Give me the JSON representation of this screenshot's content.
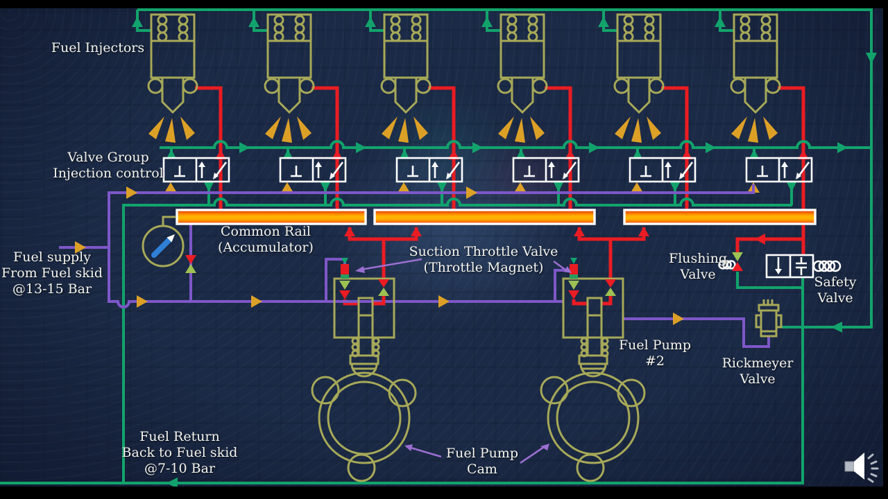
{
  "frame": {
    "kind": "presentation-slide-video-frame",
    "letterbox": "black bars top and bottom"
  },
  "palette": {
    "background": "#1b2a46",
    "line_green": "#12a36c",
    "component_khaki": "#a7a958",
    "high_pressure_red": "#ea1c23",
    "supply_purple": "#7e57c8",
    "arrow_orange": "#dda027",
    "symbol_white": "#ffffff",
    "gauge_blue": "#2f7fd6",
    "speaker_gray": "#b3b9c2",
    "check_valve_green": "#9dc153",
    "annotation_purple": "#9a6fd0",
    "rail_core_orange": "#ff9900",
    "rail_edge_red": "#d92400"
  },
  "diagram": {
    "labels": {
      "fuel_injectors": "Fuel Injectors",
      "valve_group": [
        "Valve Group",
        "Injection control"
      ],
      "common_rail": [
        "Common Rail",
        "(Accumulator)"
      ],
      "suction_throttle_valve": [
        "Suction Throttle Valve",
        "(Throttle Magnet)"
      ],
      "fuel_supply": [
        "Fuel supply",
        "From Fuel skid",
        "@13-15 Bar"
      ],
      "flushing_valve": [
        "Flushing",
        "Valve"
      ],
      "safety_valve": [
        "Safety",
        "Valve"
      ],
      "rickmeyer_valve": [
        "Rickmeyer",
        "Valve"
      ],
      "fuel_pump_2": [
        "Fuel Pump",
        "#2"
      ],
      "fuel_pump_cam": [
        "Fuel Pump",
        "Cam"
      ],
      "fuel_return": [
        "Fuel Return",
        "Back to Fuel skid",
        "@7-10 Bar"
      ]
    },
    "component_counts": {
      "fuel_injectors": 6,
      "injection_control_valves": 6,
      "common_rails": 3,
      "fuel_pumps": 2,
      "fuel_pump_cams": 2
    },
    "pressures": {
      "supply": "13-15 Bar",
      "return": "7-10 Bar"
    }
  },
  "icons": {
    "audio": "speaker-with-sound-waves-icon",
    "gauge": "pressure-gauge-icon"
  }
}
